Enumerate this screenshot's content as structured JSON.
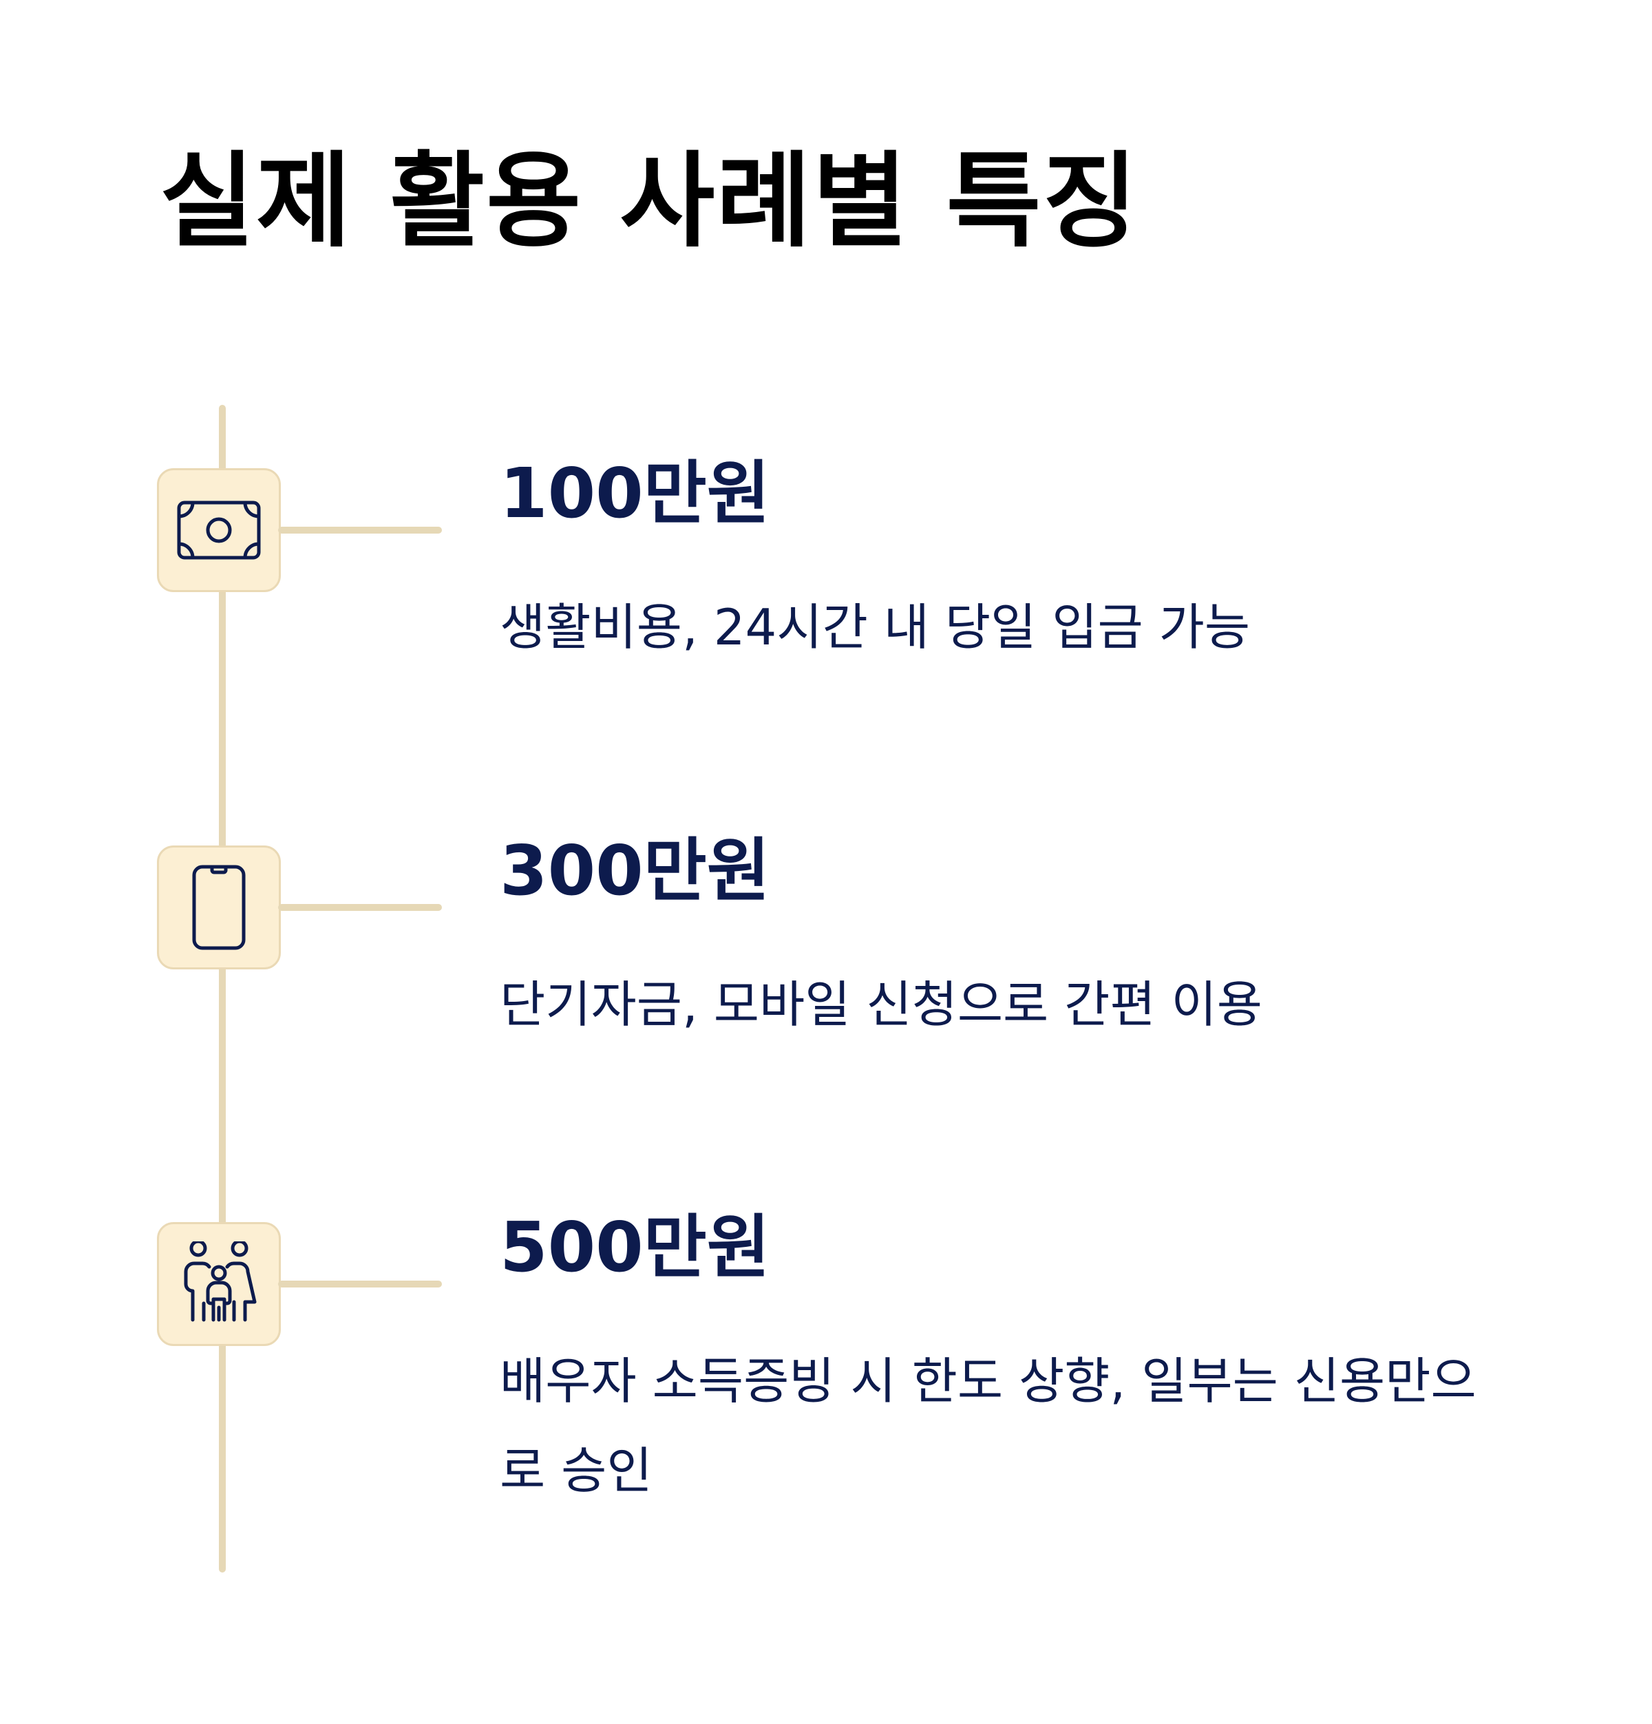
{
  "title": "실제 활용 사례별 특징",
  "colors": {
    "timeline": "#e6d8b6",
    "icon_background": "#fcefd3",
    "icon_border": "#ead9b5",
    "accent_text": "#0d1b4d",
    "title_text": "#000000"
  },
  "items": [
    {
      "icon": "money-bill-icon",
      "heading": "100만원",
      "description": "생활비용, 24시간 내 당일 입금 가능"
    },
    {
      "icon": "smartphone-icon",
      "heading": "300만원",
      "description": "단기자금, 모바일 신청으로 간편 이용"
    },
    {
      "icon": "family-icon",
      "heading": "500만원",
      "description": "배우자 소득증빙 시 한도 상향, 일부는 신용만으로 승인"
    }
  ]
}
